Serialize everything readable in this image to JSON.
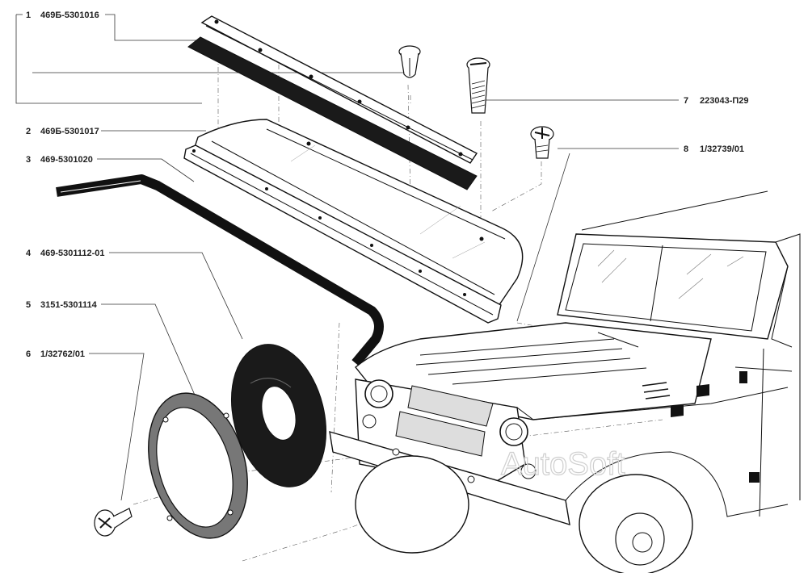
{
  "callouts": [
    {
      "num": "1",
      "part": "469Б-5301016"
    },
    {
      "num": "2",
      "part": "469Б-5301017"
    },
    {
      "num": "3",
      "part": "469-5301020"
    },
    {
      "num": "4",
      "part": "469-5301112-01"
    },
    {
      "num": "5",
      "part": "3151-5301114"
    },
    {
      "num": "6",
      "part": "1/32762/01"
    },
    {
      "num": "7",
      "part": "223043-П29"
    },
    {
      "num": "8",
      "part": "1/32739/01"
    }
  ],
  "watermark": "AutoSoft",
  "colors": {
    "ink": "#111111",
    "rubber": "#1a1a1a",
    "paper": "#ffffff"
  }
}
